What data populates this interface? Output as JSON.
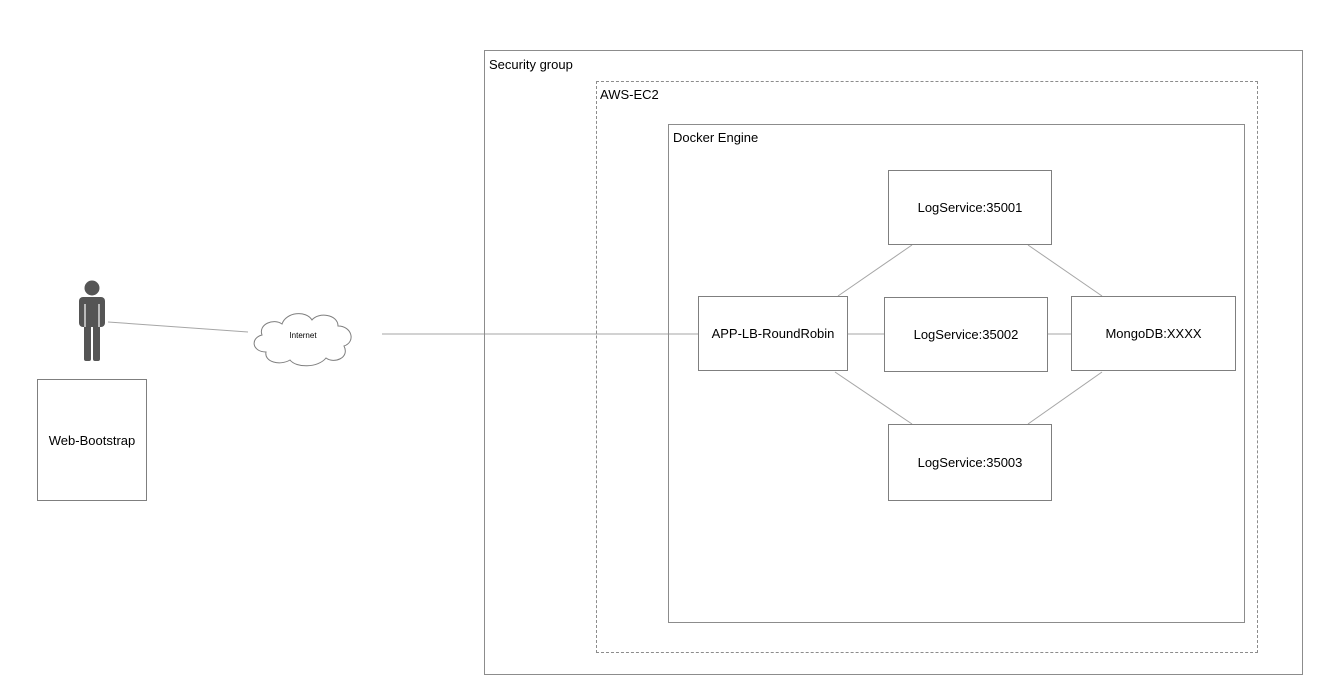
{
  "diagram": {
    "containers": {
      "security_group": {
        "label": "Security group"
      },
      "aws_ec2": {
        "label": "AWS-EC2"
      },
      "docker_engine": {
        "label": "Docker Engine"
      }
    },
    "nodes": {
      "web_bootstrap": {
        "label": "Web-Bootstrap"
      },
      "internet": {
        "label": "Internet"
      },
      "app_lb": {
        "label": "APP-LB-RoundRobin"
      },
      "log_service_1": {
        "label": "LogService:35001"
      },
      "log_service_2": {
        "label": "LogService:35002"
      },
      "log_service_3": {
        "label": "LogService:35003"
      },
      "mongodb": {
        "label": "MongoDB:XXXX"
      }
    },
    "user_icon": "user-icon",
    "cloud_icon": "cloud-icon",
    "colors": {
      "border": "#7f7f7f",
      "line": "#a6a6a6",
      "person": "#555555"
    }
  }
}
